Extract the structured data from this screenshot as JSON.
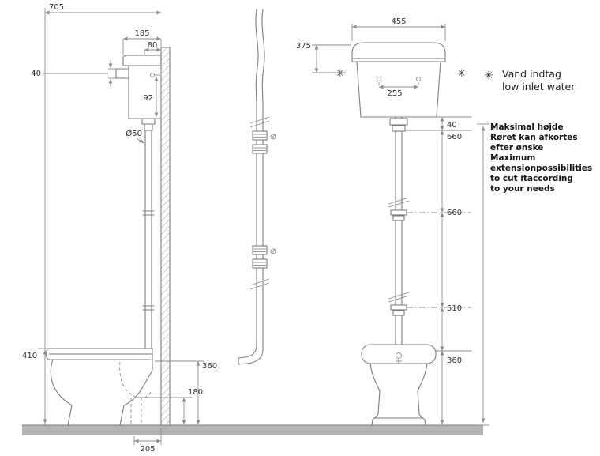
{
  "colors": {
    "line": "#7d7d7d",
    "dim_text": "#2f2f2f",
    "note_text": "#151515",
    "floor": "#b4b4b4"
  },
  "legend": {
    "symbol": "✳",
    "label_line1": "Vand indtag",
    "label_line2": "low inlet water"
  },
  "note": {
    "line1": "Maksimal højde",
    "line2": "Røret kan afkortes",
    "line3": "efter ønske",
    "line4": "Maximum",
    "line5": "extensionpossibilities",
    "line6": "to cut itaccording",
    "line7": "to your needs"
  },
  "side_view": {
    "dim_705": "705",
    "dim_185": "185",
    "dim_80": "80",
    "dim_40": "40",
    "dim_92": "92",
    "dim_pipe_diameter": "Ø50",
    "dim_410": "410",
    "dim_360": "360",
    "dim_180": "180",
    "dim_205": "205"
  },
  "front_view": {
    "dim_455": "455",
    "dim_375": "375",
    "dim_255": "255",
    "dim_40": "40",
    "dim_660_upper": "660",
    "dim_660_mid": "660",
    "dim_510": "510",
    "dim_360": "360",
    "inlet_symbol": "✳"
  }
}
